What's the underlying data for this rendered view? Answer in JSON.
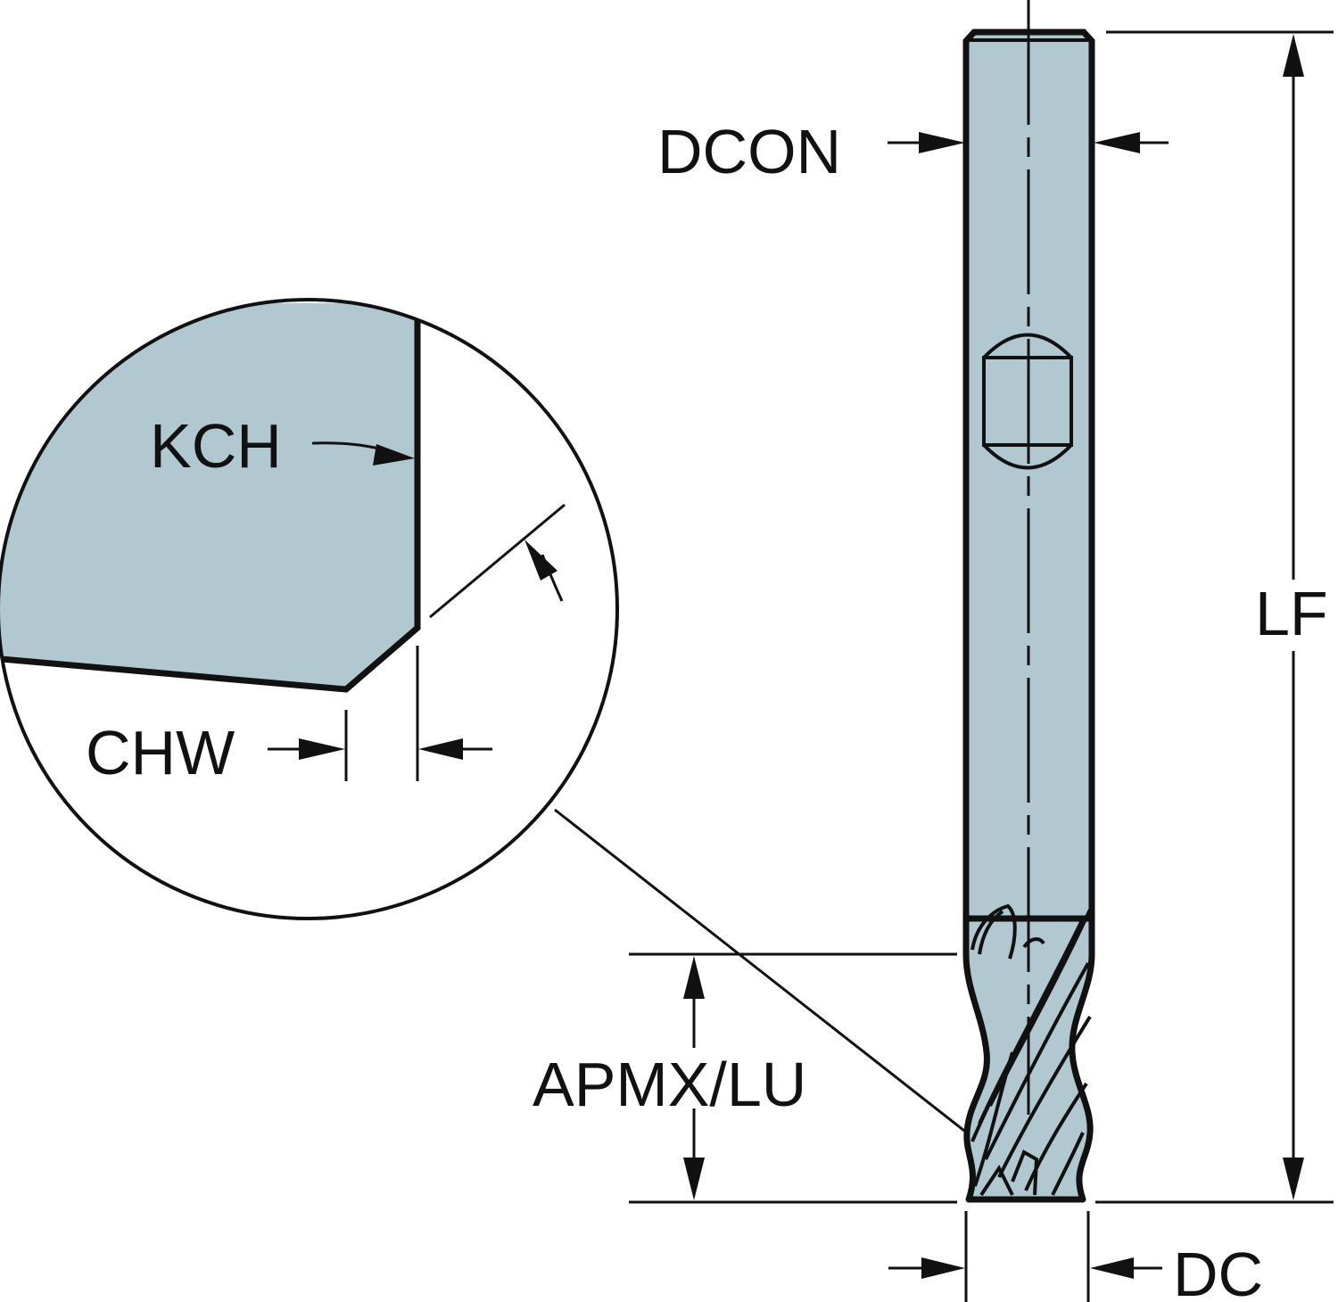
{
  "diagram": {
    "labels": {
      "dcon": "DCON",
      "lf": "LF",
      "apmx_lu": "APMX/LU",
      "dc": "DC",
      "kch": "KCH",
      "chw": "CHW"
    },
    "colors": {
      "tool_fill": "#b1c8d0",
      "line": "#111111",
      "background": "#ffffff"
    }
  }
}
